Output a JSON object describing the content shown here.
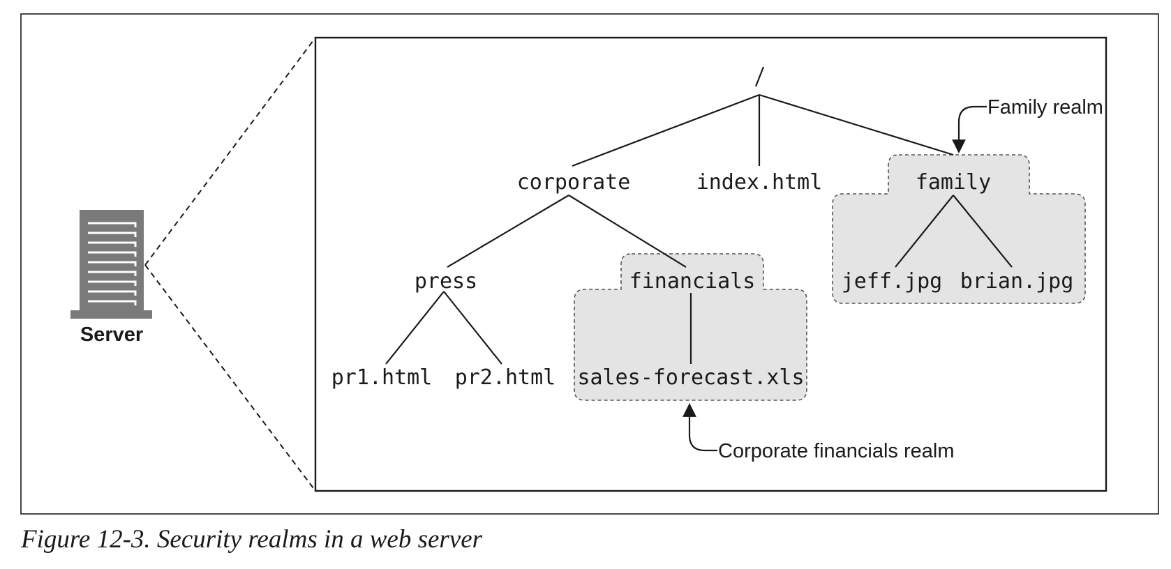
{
  "server": {
    "label": "Server"
  },
  "tree": {
    "root": "/",
    "corporate": "corporate",
    "index": "index.html",
    "family": "family",
    "press": "press",
    "financials": "financials",
    "pr1": "pr1.html",
    "pr2": "pr2.html",
    "sales_forecast": "sales-forecast.xls",
    "jeff": "jeff.jpg",
    "brian": "brian.jpg"
  },
  "realms": {
    "family_label": "Family realm",
    "corporate_financials_label": "Corporate financials realm"
  },
  "caption": "Figure 12-3. Security realms in a web server",
  "colors": {
    "realm_fill": "#e4e4e4",
    "server_gray": "#7a7a7a",
    "ink": "#1a1a1a"
  }
}
